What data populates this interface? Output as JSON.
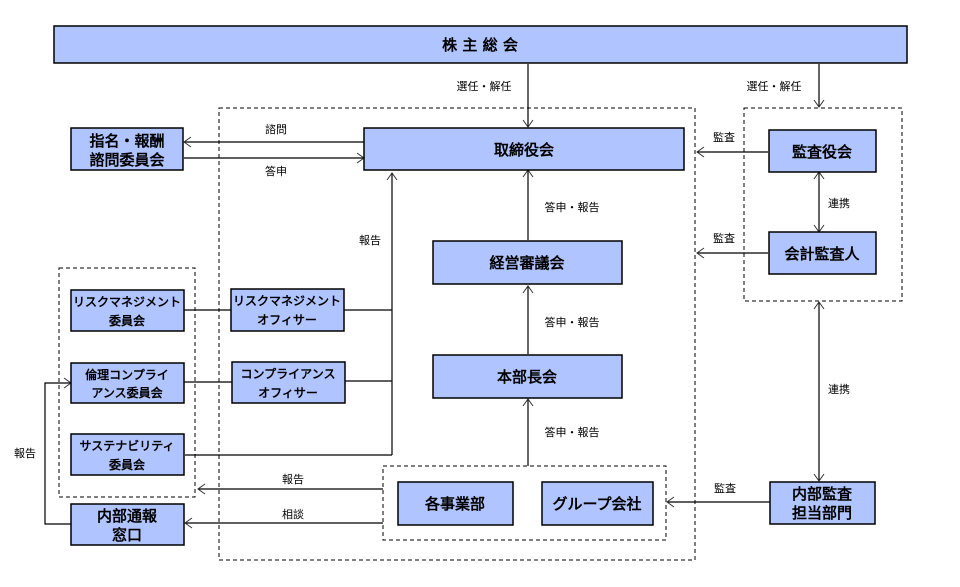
{
  "colors": {
    "box_fill": "#b0c4ff",
    "line": "#000000"
  },
  "nodes": {
    "shareholders": "株 主 総 会",
    "board": "取締役会",
    "nomination": [
      "指名・報酬",
      "諮問委員会"
    ],
    "management_council": "経営審議会",
    "division_heads": "本部長会",
    "business_units": "各事業部",
    "group_companies": "グループ会社",
    "audit_board": "監査役会",
    "accounting_auditor": "会計監査人",
    "internal_audit": [
      "内部監査",
      "担当部門"
    ],
    "risk_committee": [
      "リスクマネジメント",
      "委員会"
    ],
    "risk_officer": [
      "リスクマネジメント",
      "オフィサー"
    ],
    "compliance_committee": [
      "倫理コンプライ",
      "アンス委員会"
    ],
    "compliance_officer": [
      "コンプライアンス",
      "オフィサー"
    ],
    "sustainability_committee": [
      "サステナビリティ",
      "委員会"
    ],
    "whistleblower": [
      "内部通報",
      "窓口"
    ]
  },
  "labels": {
    "elect_dismiss_board": "選任・解任",
    "elect_dismiss_audit": "選任・解任",
    "consult": "諮問",
    "reply": "答申",
    "report_officers": "報告",
    "reply_report_1": "答申・報告",
    "reply_report_2": "答申・報告",
    "reply_report_3": "答申・報告",
    "audit_1": "監査",
    "audit_2": "監査",
    "audit_3": "監査",
    "cooperate_1": "連携",
    "cooperate_2": "連携",
    "report_left": "報告",
    "report_units": "報告",
    "consultation": "相談"
  }
}
